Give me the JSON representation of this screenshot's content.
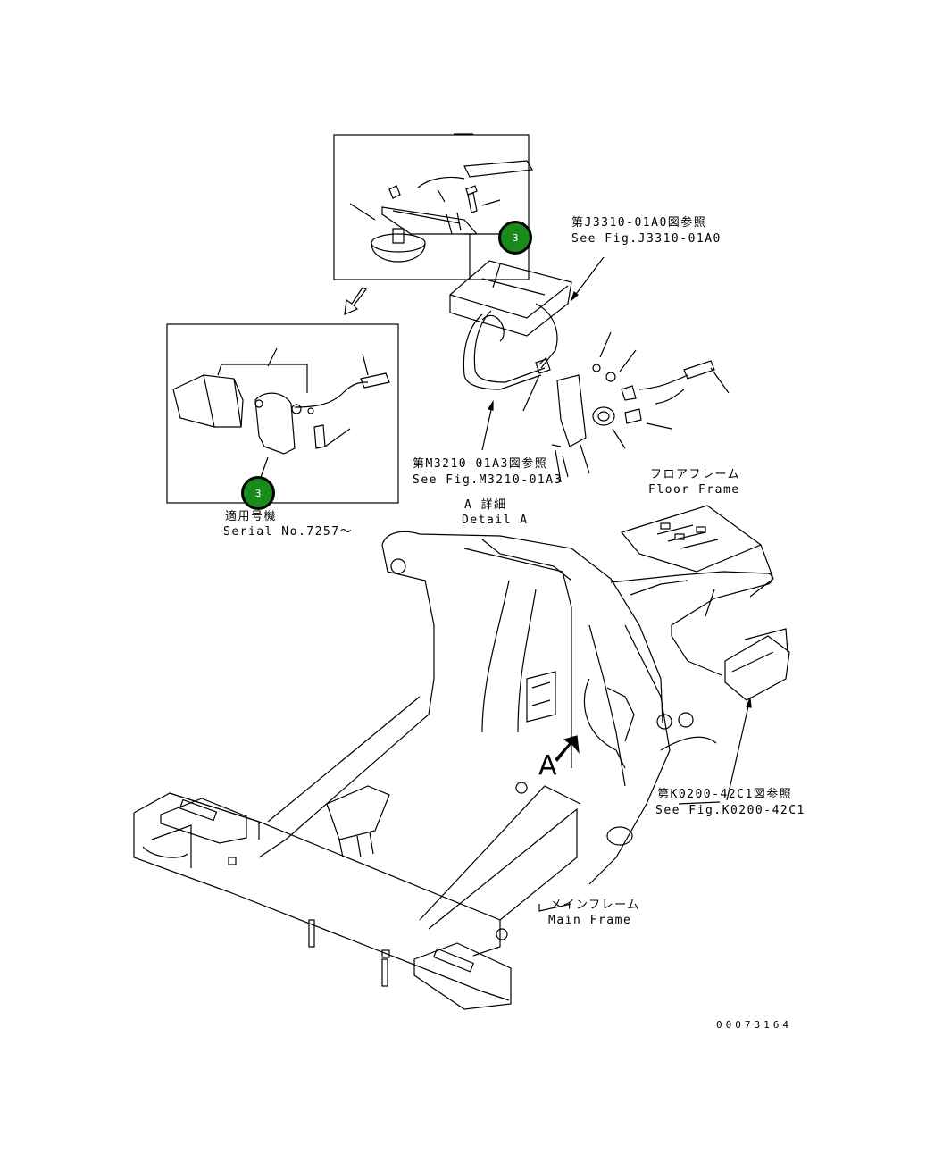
{
  "callouts": [
    {
      "number": "3",
      "color": "#1a8a1a"
    },
    {
      "number": "3",
      "color": "#1a8a1a"
    }
  ],
  "labels": {
    "ref_j3310": {
      "jp": "第J3310-01A0図参照",
      "en": "See Fig.J3310-01A0"
    },
    "ref_m3210": {
      "jp": "第M3210-01A3図参照",
      "en": "See Fig.M3210-01A3"
    },
    "floor_frame": {
      "jp": "フロアフレーム",
      "en": "Floor Frame"
    },
    "serial": {
      "jp": "適用号機",
      "en": "Serial No.7257～"
    },
    "detail_a": {
      "jp": "A 詳細",
      "en": "Detail A"
    },
    "ref_k0200": {
      "jp": "第K0200-42C1図参照",
      "en": "See Fig.K0200-42C1"
    },
    "main_frame": {
      "jp": "メインフレーム",
      "en": "Main Frame"
    },
    "view_letter": "A",
    "doc_number": "00073164"
  }
}
